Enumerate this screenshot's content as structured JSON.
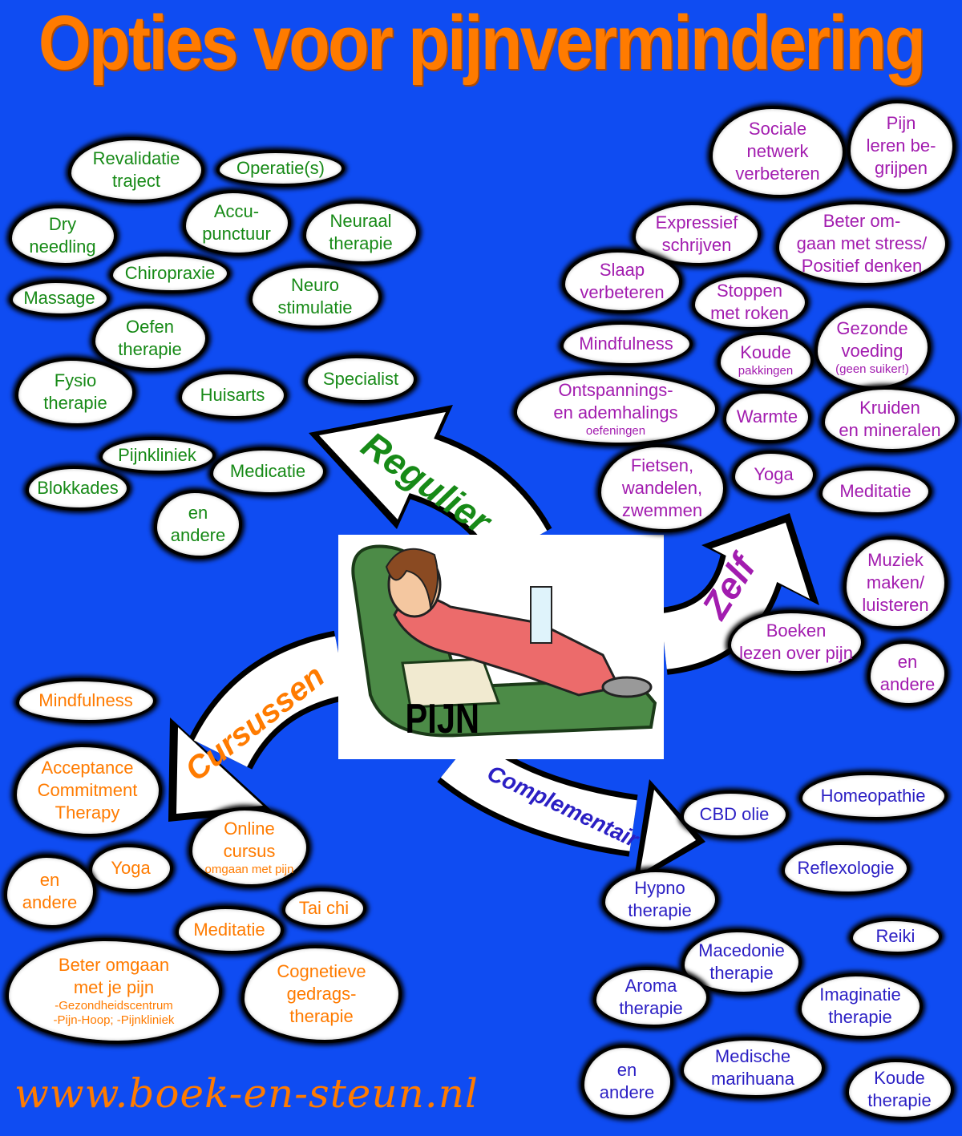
{
  "title": "Opties voor pijnvermindering",
  "center": {
    "label": "PIJN"
  },
  "arrows": {
    "regulier": "Regulier",
    "zelf": "Zelf",
    "cursussen": "Cursussen",
    "complementair": "Complementair"
  },
  "website": "www.boek-en-steun.nl",
  "colors": {
    "background": "#0f4cf2",
    "regulier": "#178a17",
    "zelf": "#a21caf",
    "cursussen": "#ff7b00",
    "complementair": "#2b1fc4",
    "title": "#ff7b00"
  },
  "groups": {
    "regulier": [
      {
        "text": "Revalidatie\ntraject"
      },
      {
        "text": "Operatie(s)"
      },
      {
        "text": "Dry\nneedling"
      },
      {
        "text": "Accu-\npunctuur"
      },
      {
        "text": "Neuraal\ntherapie"
      },
      {
        "text": "Chiropraxie"
      },
      {
        "text": "Massage"
      },
      {
        "text": "Neuro\nstimulatie"
      },
      {
        "text": "Oefen\ntherapie"
      },
      {
        "text": "Fysio\ntherapie"
      },
      {
        "text": "Huisarts"
      },
      {
        "text": "Specialist"
      },
      {
        "text": "Pijnkliniek"
      },
      {
        "text": "Medicatie"
      },
      {
        "text": "Blokkades"
      },
      {
        "text": "en\nandere"
      }
    ],
    "zelf": [
      {
        "text": "Sociale\nnetwerk\nverbeteren"
      },
      {
        "text": "Pijn\nleren be-\ngrijpen"
      },
      {
        "text": "Expressief\nschrijven"
      },
      {
        "text": "Beter om-\ngaan met stress/\nPositief denken"
      },
      {
        "text": "Slaap\nverbeteren"
      },
      {
        "text": "Stoppen\nmet roken"
      },
      {
        "text": "Mindfulness"
      },
      {
        "text": "Koude",
        "sub": "pakkingen"
      },
      {
        "text": "Gezonde\nvoeding",
        "sub": "(geen suiker!)"
      },
      {
        "text": "Ontspannings-\nen ademhalings",
        "sub": "oefeningen"
      },
      {
        "text": "Warmte"
      },
      {
        "text": "Kruiden\nen mineralen"
      },
      {
        "text": "Fietsen,\nwandelen,\nzwemmen"
      },
      {
        "text": "Yoga"
      },
      {
        "text": "Meditatie"
      },
      {
        "text": "Muziek\nmaken/\nluisteren"
      },
      {
        "text": "Boeken\nlezen over pijn"
      },
      {
        "text": "en\nandere"
      }
    ],
    "cursussen": [
      {
        "text": "Mindfulness"
      },
      {
        "text": "Acceptance\nCommitment\nTherapy"
      },
      {
        "text": "Online\ncursus",
        "sub": "omgaan met pijn"
      },
      {
        "text": "Yoga"
      },
      {
        "text": "en\nandere"
      },
      {
        "text": "Tai chi"
      },
      {
        "text": "Meditatie"
      },
      {
        "text": "Beter omgaan\nmet je pijn",
        "sub": "-Gezondheidscentrum\n-Pijn-Hoop; -Pijnkliniek"
      },
      {
        "text": "Cognetieve\ngedrags-\ntherapie"
      }
    ],
    "complementair": [
      {
        "text": "CBD olie"
      },
      {
        "text": "Homeopathie"
      },
      {
        "text": "Reflexologie"
      },
      {
        "text": "Hypno\ntherapie"
      },
      {
        "text": "Reiki"
      },
      {
        "text": "Macedonie\ntherapie"
      },
      {
        "text": "Aroma\ntherapie"
      },
      {
        "text": "Imaginatie\ntherapie"
      },
      {
        "text": "en\nandere"
      },
      {
        "text": "Medische\nmarihuana"
      },
      {
        "text": "Koude\ntherapie"
      }
    ]
  }
}
